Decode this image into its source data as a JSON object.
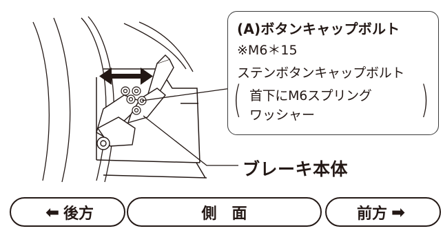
{
  "callout": {
    "title": "(A)ボタンキャップボルト",
    "spec": "※M6＊15",
    "type": "ステンボタンキャップボルト",
    "paren_open": "(",
    "paren_close": ")",
    "note_line1": "首下にM6スプリング",
    "note_line2": "ワッシャー"
  },
  "part_label": "ブレーキ本体",
  "nav": {
    "back": {
      "arrow": "⬅",
      "label": "後方"
    },
    "side": {
      "label": "側面"
    },
    "front": {
      "label": "前方",
      "arrow": "➡"
    }
  }
}
